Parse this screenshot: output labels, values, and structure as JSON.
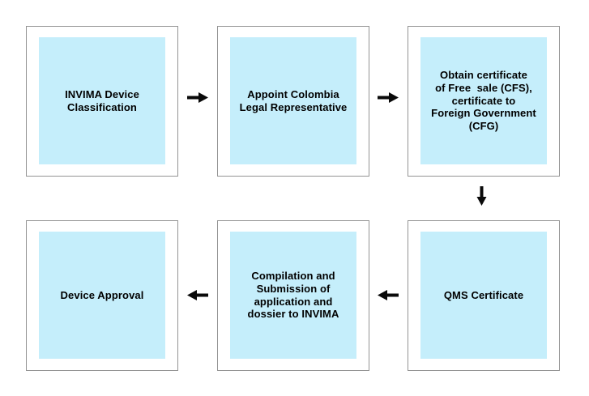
{
  "style": {
    "page_background": "#ffffff",
    "node_fill": "#c5eefb",
    "node_border": "#949494",
    "arrow_color": "#0a0a0a",
    "text_color": "#000000"
  },
  "nodes": [
    {
      "id": "invima-device-classification",
      "label": "INVIMA Device\nClassification"
    },
    {
      "id": "appoint-colombia-legal-representative",
      "label": "Appoint Colombia\nLegal Representative"
    },
    {
      "id": "obtain-cfs-cfg-certificates",
      "label": "Obtain certificate\nof Free  sale (CFS),\ncertificate to\nForeign Government\n(CFG)"
    },
    {
      "id": "qms-certificate",
      "label": "QMS Certificate"
    },
    {
      "id": "compilation-submission-invima",
      "label": "Compilation and\nSubmission of\napplication and\ndossier to INVIMA"
    },
    {
      "id": "device-approval",
      "label": "Device Approval"
    }
  ],
  "edges": [
    {
      "from": "invima-device-classification",
      "to": "appoint-colombia-legal-representative",
      "direction": "right"
    },
    {
      "from": "appoint-colombia-legal-representative",
      "to": "obtain-cfs-cfg-certificates",
      "direction": "right"
    },
    {
      "from": "obtain-cfs-cfg-certificates",
      "to": "qms-certificate",
      "direction": "down"
    },
    {
      "from": "qms-certificate",
      "to": "compilation-submission-invima",
      "direction": "left"
    },
    {
      "from": "compilation-submission-invima",
      "to": "device-approval",
      "direction": "left"
    }
  ]
}
